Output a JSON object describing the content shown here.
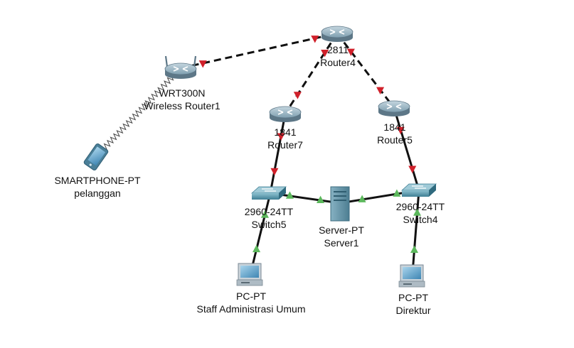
{
  "colors": {
    "background": "#ffffff",
    "link": "#111111",
    "link_down": "#d0202a",
    "link_up": "#5cb85c",
    "router_body": "#7f9fb0",
    "router_dark": "#5d7787",
    "switch_body": "#4f8fa3",
    "server_body": "#5f8ea0",
    "pc_screen": "#4e8fb5"
  },
  "devices": [
    {
      "id": "router4",
      "type": "router",
      "model": "2811",
      "name": "Router4"
    },
    {
      "id": "router7",
      "type": "router",
      "model": "1841",
      "name": "Router7"
    },
    {
      "id": "router5",
      "type": "router",
      "model": "1841",
      "name": "Router5"
    },
    {
      "id": "wrouter1",
      "type": "wireless-router",
      "model": "WRT300N",
      "name": "Wireless Router1"
    },
    {
      "id": "phone",
      "type": "smartphone",
      "model": "SMARTPHONE-PT",
      "name": "pelanggan"
    },
    {
      "id": "switch5",
      "type": "switch",
      "model": "2960-24TT",
      "name": "Switch5"
    },
    {
      "id": "switch4",
      "type": "switch",
      "model": "2960-24TT",
      "name": "Switch4"
    },
    {
      "id": "server1",
      "type": "server",
      "model": "Server-PT",
      "name": "Server1"
    },
    {
      "id": "pc1",
      "type": "pc",
      "model": "PC-PT",
      "name": "Staff Administrasi Umum"
    },
    {
      "id": "pc2",
      "type": "pc",
      "model": "PC-PT",
      "name": "Direktur"
    }
  ],
  "links": [
    {
      "from": "wrouter1",
      "to": "router4",
      "style": "dashed",
      "status": "down"
    },
    {
      "from": "router4",
      "to": "router7",
      "style": "dashed",
      "status": "down"
    },
    {
      "from": "router4",
      "to": "router5",
      "style": "dashed",
      "status": "down"
    },
    {
      "from": "router7",
      "to": "switch5",
      "style": "solid",
      "status": "down"
    },
    {
      "from": "router5",
      "to": "switch4",
      "style": "solid",
      "status": "down"
    },
    {
      "from": "switch5",
      "to": "server1",
      "style": "solid",
      "status": "up"
    },
    {
      "from": "server1",
      "to": "switch4",
      "style": "solid",
      "status": "up"
    },
    {
      "from": "pc1",
      "to": "switch5",
      "style": "solid",
      "status": "up"
    },
    {
      "from": "pc2",
      "to": "switch4",
      "style": "solid",
      "status": "up"
    },
    {
      "from": "phone",
      "to": "wrouter1",
      "style": "wireless",
      "status": "up"
    }
  ]
}
